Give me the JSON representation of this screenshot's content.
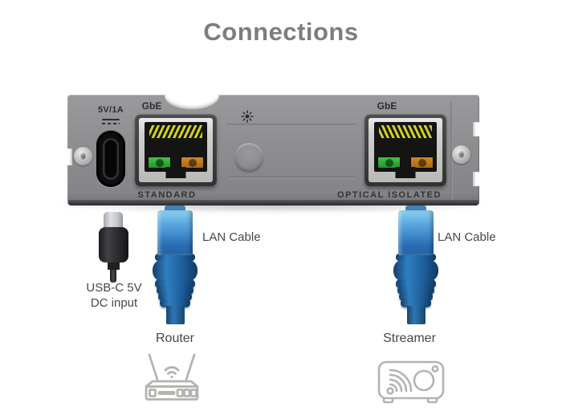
{
  "title": "Connections",
  "panel": {
    "power_label": "5V/1A",
    "ports": {
      "standard": {
        "type_label": "GbE",
        "name_label": "STANDARD"
      },
      "optical": {
        "type_label": "GbE",
        "name_label": "OPTICAL ISOLATED"
      }
    }
  },
  "peripherals": {
    "usb_power": {
      "label_line1": "USB-C 5V",
      "label_line2": "DC input"
    },
    "router": {
      "cable_label": "LAN Cable",
      "device_label": "Router"
    },
    "streamer": {
      "cable_label": "LAN Cable",
      "device_label": "Streamer"
    }
  },
  "icons": {
    "brightness": "brightness-icon",
    "router": "router-icon",
    "streamer": "streamer-icon",
    "screw": "screw-icon"
  },
  "colors": {
    "title_text": "#7d7d80",
    "panel_gray": "#8d8d90",
    "panel_text": "#2e2e31",
    "led_green": "#2fae35",
    "led_orange": "#c2761c",
    "pin_yellow": "#d2d21e",
    "cable_blue": "#2a6cb0",
    "cable_blue_dark": "#1d5c99",
    "label_text": "#47474b",
    "icon_line_gray": "#b5b3af"
  }
}
